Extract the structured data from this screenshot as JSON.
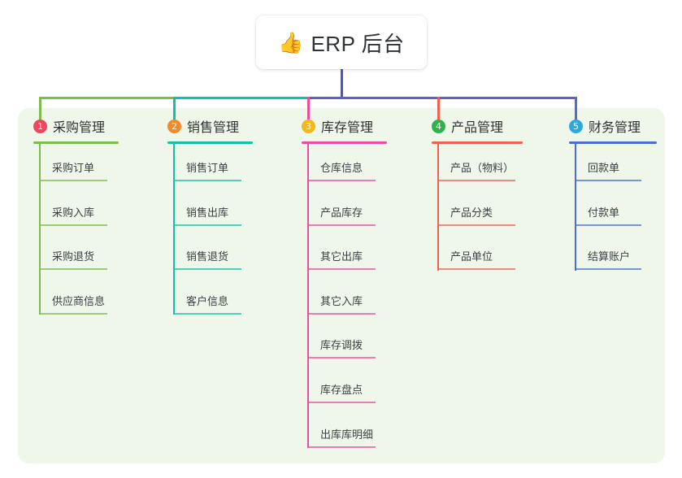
{
  "root": {
    "icon": "thumbs-up-emoji",
    "emoji": "👍",
    "title": "ERP 后台",
    "stem_color": "#4b54c6"
  },
  "theme": {
    "page_bg": "#ffffff",
    "panel_bg": "#eef7e9",
    "text_color": "#303235",
    "leaf_text_color": "#3d4045"
  },
  "connector": {
    "segments": [
      {
        "name": "green-segment",
        "color": "#7cbd4e"
      },
      {
        "name": "teal-segment",
        "color": "#14bfa6"
      },
      {
        "name": "indigo-segment",
        "color": "#5b61c9"
      }
    ]
  },
  "columns": [
    {
      "number": "1",
      "title": "采购管理",
      "badge_color": "#f4455f",
      "line_color": "#7cbd4e",
      "drop_color": "#7cbd4e",
      "items": [
        "采购订单",
        "采购入库",
        "采购退货",
        "供应商信息"
      ]
    },
    {
      "number": "2",
      "title": "销售管理",
      "badge_color": "#f08a2a",
      "line_color": "#14bfa6",
      "drop_color": "#14bfa6",
      "items": [
        "销售订单",
        "销售出库",
        "销售退货",
        "客户信息"
      ]
    },
    {
      "number": "3",
      "title": "库存管理",
      "badge_color": "#f5b81b",
      "line_color": "#ef4ba0",
      "drop_color": "#ef4ba0",
      "items": [
        "仓库信息",
        "产品库存",
        "其它出库",
        "其它入库",
        "库存调拨",
        "库存盘点",
        "出库库明细"
      ]
    },
    {
      "number": "4",
      "title": "产品管理",
      "badge_color": "#2cb34a",
      "line_color": "#f4604f",
      "drop_color": "#f4604f",
      "items": [
        "产品（物料）",
        "产品分类",
        "产品单位"
      ]
    },
    {
      "number": "5",
      "title": "财务管理",
      "badge_color": "#2ea8e0",
      "line_color": "#4b6fd0",
      "drop_color": "#4b6fd0",
      "items": [
        "回款单",
        "付款单",
        "结算账户"
      ]
    }
  ]
}
